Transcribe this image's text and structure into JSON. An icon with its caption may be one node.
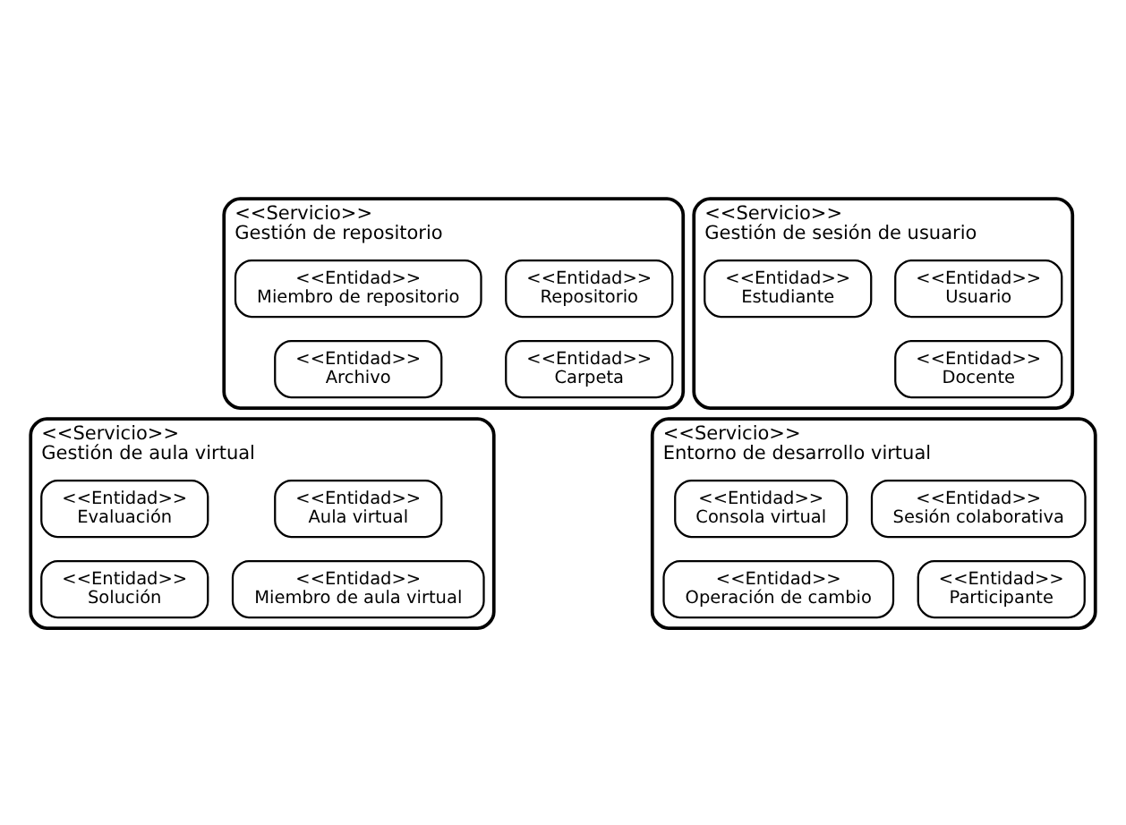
{
  "diagram": {
    "nodes": [
      {
        "text": [
          "<<Servicio>>",
          "Gestión de repositorio"
        ]
      },
      {
        "text": [
          "<<Entidad>>",
          "Repositorio"
        ],
        "in": 0
      },
      {
        "text": [
          "<<Entidad>>",
          "Miembro de repositorio"
        ],
        "in": 0
      },
      {
        "text": [
          "<<Entidad>>",
          "Carpeta"
        ],
        "in": 0
      },
      {
        "text": [
          "<<Entidad>>",
          "Archivo"
        ],
        "in": 0
      },
      {
        "text": [
          "<<Servicio>>",
          "Gestión de sesión de usuario"
        ]
      },
      {
        "text": [
          "<<Entidad>>",
          "Usuario"
        ],
        "in": 5
      },
      {
        "text": [
          "<<Entidad>>",
          "Estudiante"
        ],
        "in": 5
      },
      {
        "text": [
          "<<Entidad>>",
          "Docente"
        ],
        "in": 5
      },
      {
        "text": [
          "<<Servicio>>",
          "Gestión de aula virtual"
        ]
      },
      {
        "text": [
          "<<Entidad>>",
          "Aula virtual"
        ],
        "in": 9
      },
      {
        "text": [
          "<<Entidad>>",
          "Evaluación"
        ],
        "in": 9
      },
      {
        "text": [
          "<<Entidad>>",
          "Miembro de aula virtual"
        ],
        "in": 9
      },
      {
        "text": [
          "<<Entidad>>",
          "Solución"
        ],
        "in": 9
      },
      {
        "text": [
          "<<Servicio>>",
          "Entorno de desarrollo virtual"
        ]
      },
      {
        "text": [
          "<<Entidad>>",
          "Sesión colaborativa"
        ],
        "in": 14
      },
      {
        "text": [
          "<<Entidad>>",
          "Consola virtual"
        ],
        "in": 14
      },
      {
        "text": [
          "<<Entidad>>",
          "Participante"
        ],
        "in": 14
      },
      {
        "text": [
          "<<Entidad>>",
          "Operación de cambio"
        ],
        "in": 14
      }
    ],
    "edges": []
  }
}
